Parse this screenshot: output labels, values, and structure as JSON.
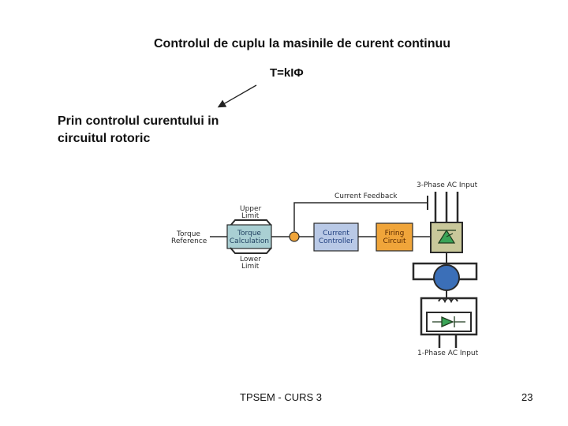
{
  "slide": {
    "title": "Controlul de cuplu la masinile de curent continuu",
    "formula": "T=kIΦ",
    "bullet": "Prin controlul curentului in circuitul rotoric",
    "footer_left": "TPSEM - CURS 3",
    "page_number": "23"
  },
  "diagram": {
    "three_phase_input": "3-Phase AC Input",
    "current_feedback": "Current Feedback",
    "upper_limit": [
      "Upper",
      "Limit"
    ],
    "lower_limit": [
      "Lower",
      "Limit"
    ],
    "torque_reference": [
      "Torque",
      "Reference"
    ],
    "torque_calculation": [
      "Torque",
      "Calculation"
    ],
    "current_controller": [
      "Current",
      "Controller"
    ],
    "firing_circuit": [
      "Firing",
      "Circuit"
    ],
    "single_phase_input": "1-Phase AC Input",
    "colors": {
      "torque_calc_fill": "#a9cfd3",
      "current_ctrl_fill": "#b9c9e6",
      "firing_fill": "#f0a53a",
      "rectifier_fill": "#c9c89a",
      "motor_fill": "#3b6fb8",
      "summing_fill": "#f0a53a",
      "line": "#2a2a2a"
    }
  }
}
